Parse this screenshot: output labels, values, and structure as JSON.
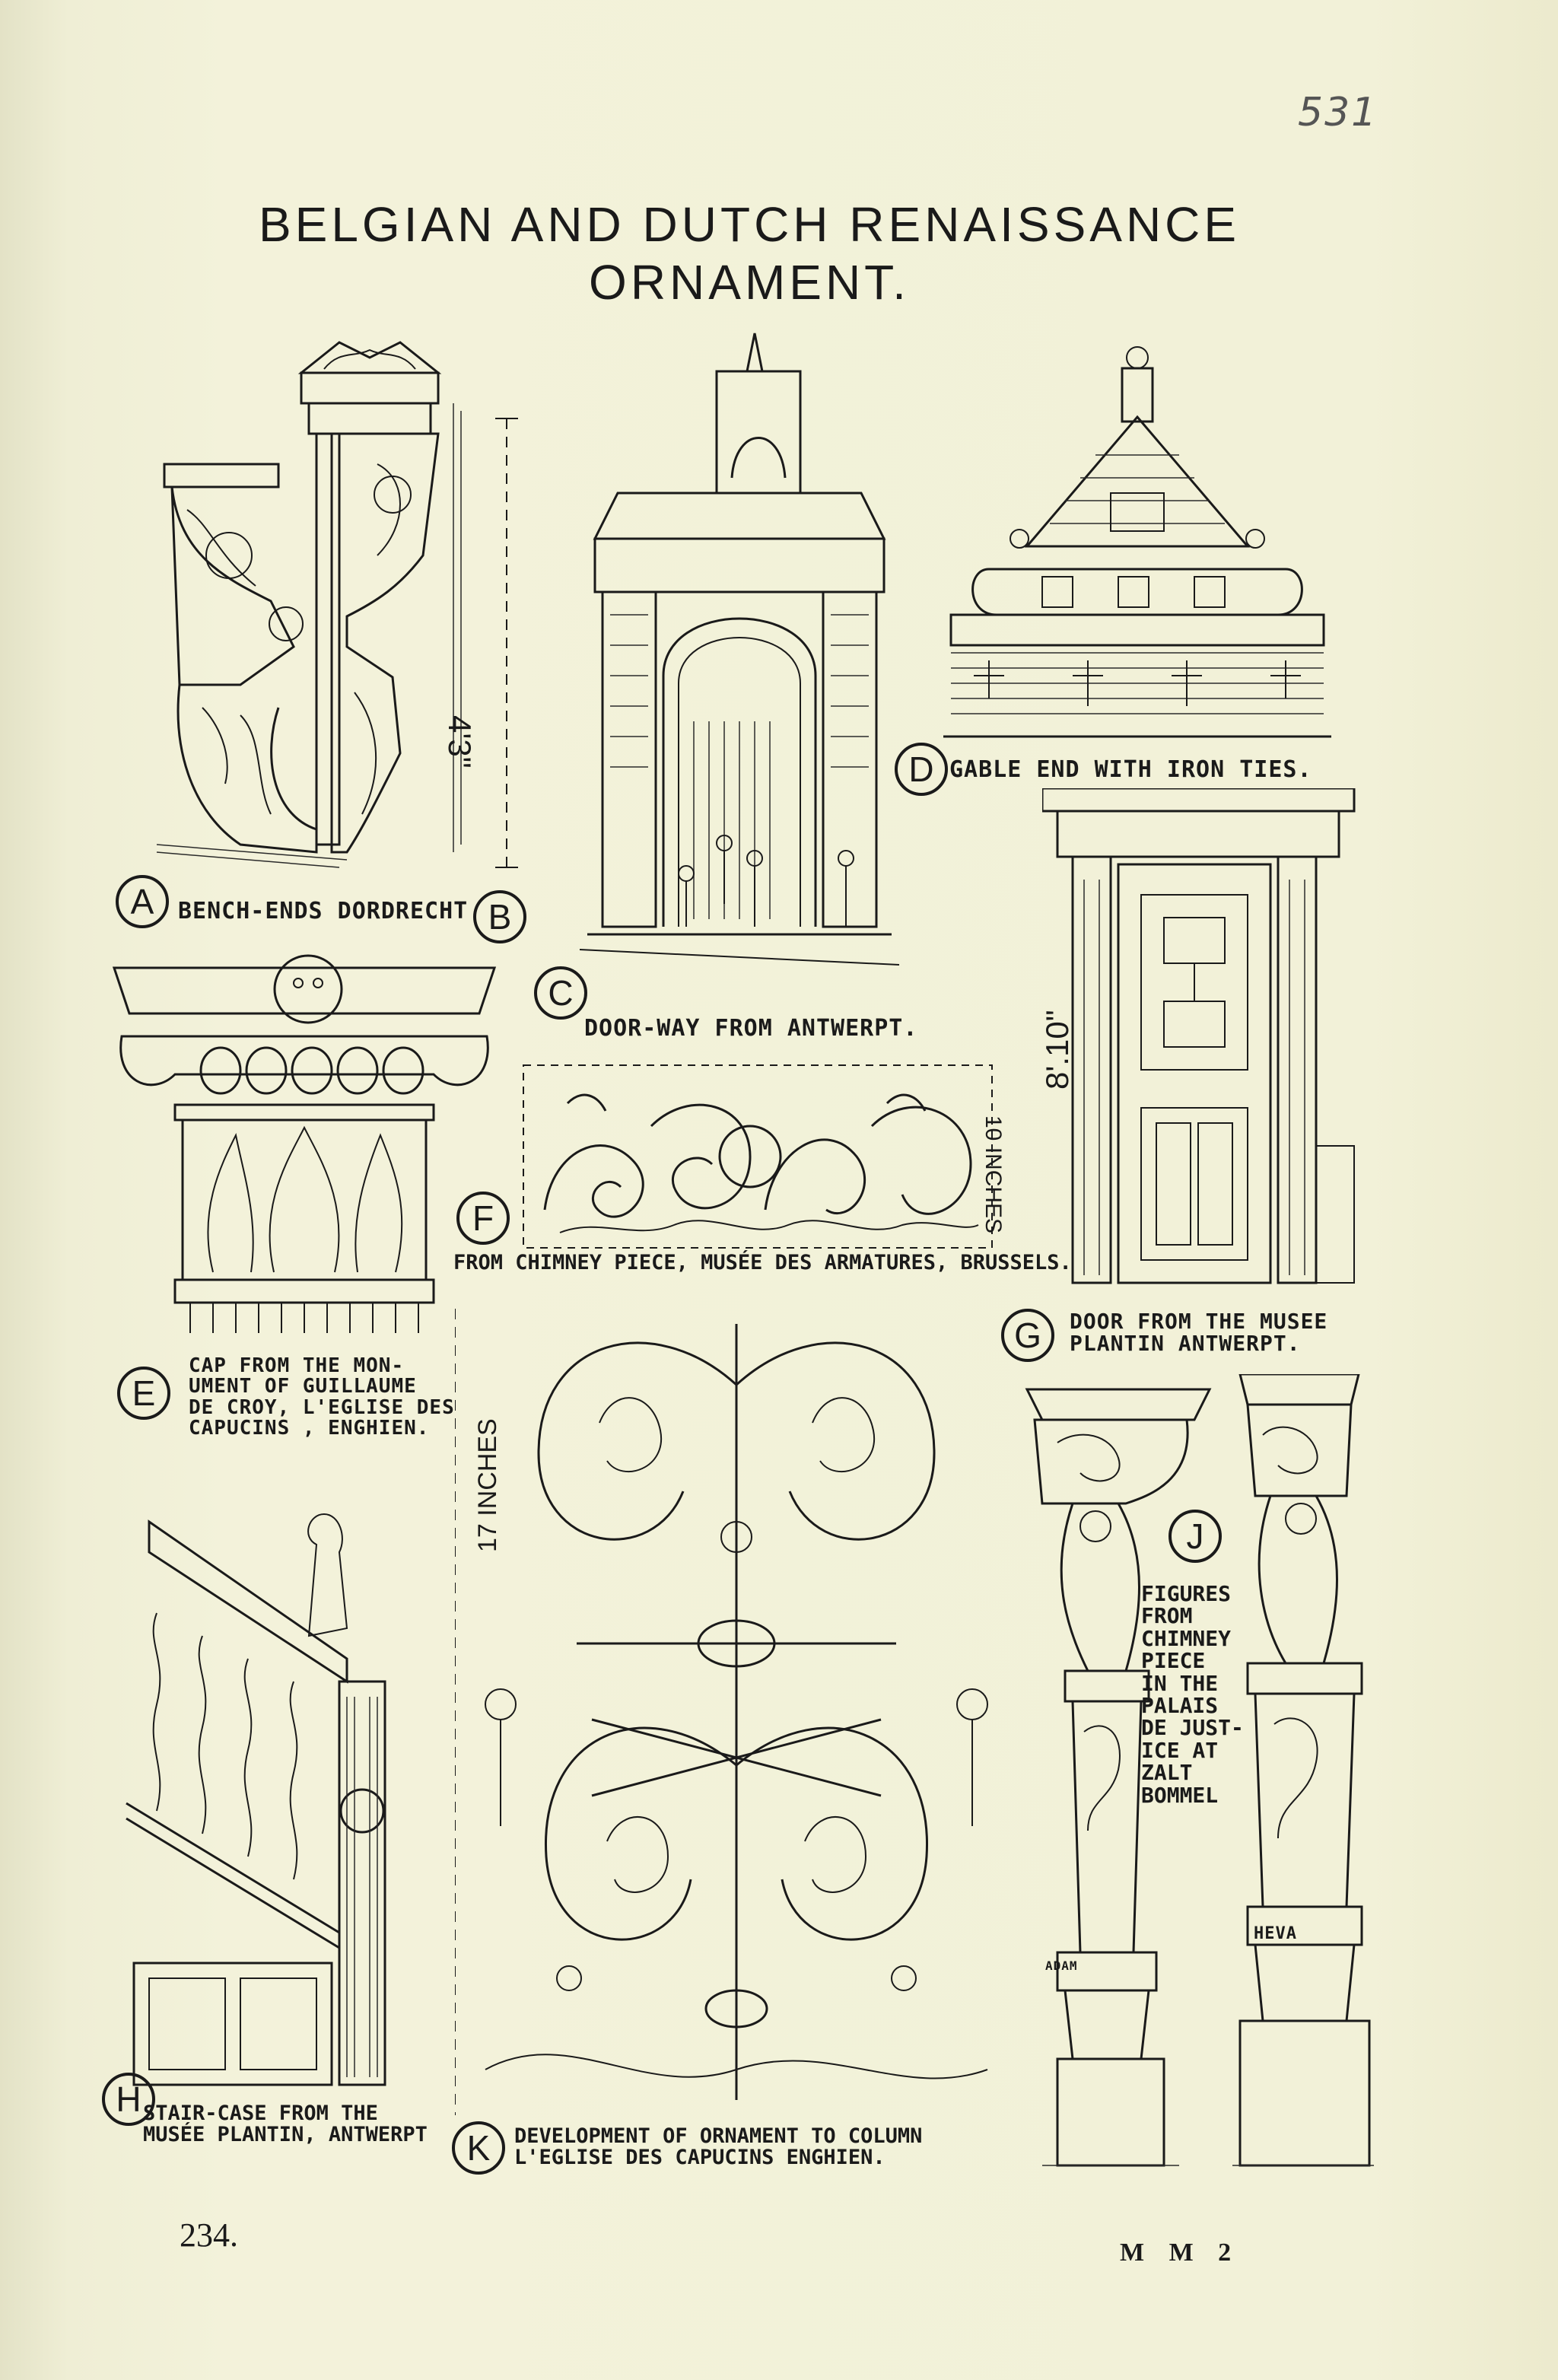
{
  "page": {
    "handwritten_number": "531",
    "title_line1": "BELGIAN AND DUTCH RENAISSANCE",
    "title_line2": "ORNAMENT.",
    "page_number": "234.",
    "signature": "M M 2"
  },
  "figures": {
    "a": {
      "letter": "A",
      "caption": "BENCH-ENDS DORDRECHT"
    },
    "b": {
      "letter": "B",
      "dimension": "4'3\""
    },
    "c": {
      "letter": "C",
      "caption": "DOOR-WAY FROM ANTWERPT."
    },
    "d": {
      "letter": "D",
      "caption": "GABLE END WITH IRON TIES."
    },
    "e": {
      "letter": "E",
      "caption_lines": [
        "CAP FROM THE MON-",
        "UMENT OF GUILLAUME",
        "DE CROY, L'EGLISE DES",
        "CAPUCINS , ENGHIEN."
      ]
    },
    "f": {
      "letter": "F",
      "caption": "FROM CHIMNEY PIECE, MUSÉE DES ARMATURES, BRUSSELS.",
      "dimension": "10 INCHES"
    },
    "g": {
      "letter": "G",
      "caption_lines": [
        "DOOR FROM THE MUSEE",
        "PLANTIN ANTWERPT."
      ],
      "dimension": "8'.10\""
    },
    "h": {
      "letter": "H",
      "caption_lines": [
        "STAIR-CASE FROM THE",
        "MUSÉE PLANTIN, ANTWERPT"
      ]
    },
    "j": {
      "letter": "J",
      "caption_lines": [
        "FIGURES",
        "FROM",
        "CHIMNEY",
        "PIECE",
        "IN THE",
        "PALAIS",
        "DE JUST-",
        "ICE AT",
        "ZALT",
        "BOMMEL"
      ],
      "label_left": "ADAM",
      "label_right": "HEVA"
    },
    "k": {
      "letter": "K",
      "caption_lines": [
        "DEVELOPMENT OF ORNAMENT TO COLUMN",
        "L'EGLISE DES CAPUCINS ENGHIEN."
      ],
      "dimension": "17 INCHES"
    }
  },
  "colors": {
    "paper": "#f1f0d7",
    "ink": "#1a1a1a"
  }
}
